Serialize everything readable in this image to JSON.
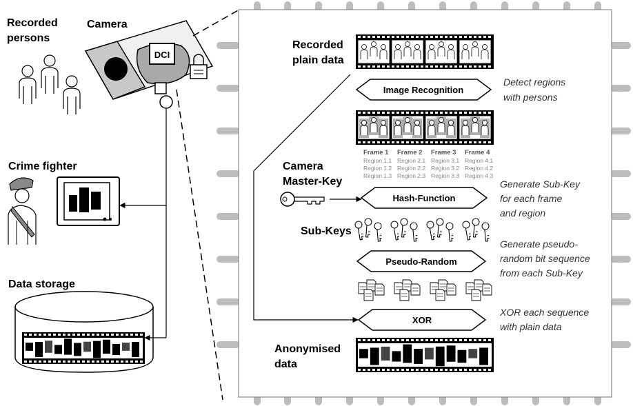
{
  "left": {
    "recorded_persons": [
      "Recorded",
      "persons"
    ],
    "camera_label": "Camera",
    "dci_label": "DCI",
    "crime_fighter": "Crime fighter",
    "data_storage": "Data storage"
  },
  "chip": {
    "recorded_plain_data": [
      "Recorded",
      "plain data"
    ],
    "image_recognition": "Image Recognition",
    "detect_regions": [
      "Detect regions",
      "with persons"
    ],
    "frames": [
      {
        "title": "Frame 1",
        "regions": [
          "Region 1.1",
          "Region 1.2",
          "Region 1.3"
        ]
      },
      {
        "title": "Frame 2",
        "regions": [
          "Region 2.1",
          "Region 2.2",
          "Region 2.3"
        ]
      },
      {
        "title": "Frame 3",
        "regions": [
          "Region 3.1",
          "Region 3.2",
          "Region 3.3"
        ]
      },
      {
        "title": "Frame 4",
        "regions": [
          "Region 4.1",
          "Region 4.2",
          "Region 4.3"
        ]
      }
    ],
    "camera_master_key": [
      "Camera",
      "Master-Key"
    ],
    "hash_function": "Hash-Function",
    "generate_subkey": [
      "Generate Sub-Key",
      "for each frame",
      "and region"
    ],
    "sub_keys": "Sub-Keys",
    "pseudo_random": "Pseudo-Random",
    "generate_pseudo": [
      "Generate pseudo-",
      "random bit sequence",
      "from each Sub-Key"
    ],
    "xor": "XOR",
    "xor_desc": [
      "XOR each sequence",
      "with plain data"
    ],
    "anonymised": [
      "Anonymised",
      "data"
    ]
  }
}
